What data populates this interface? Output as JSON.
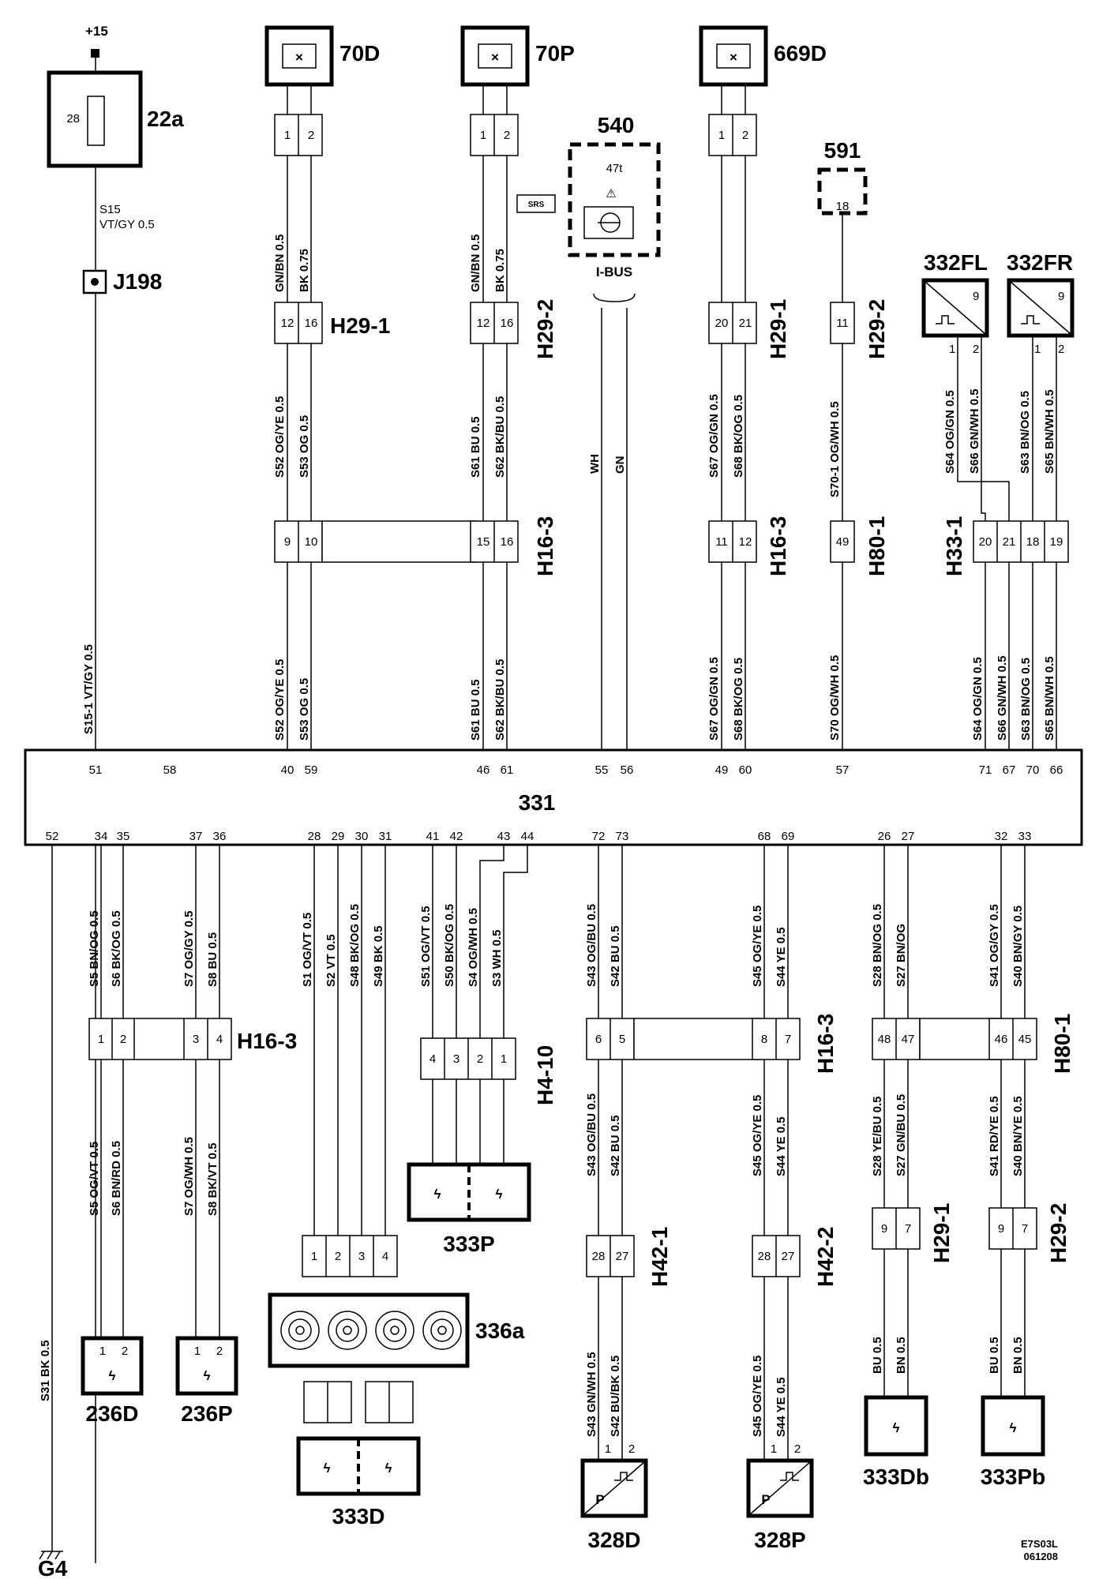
{
  "supply": {
    "label": "+15"
  },
  "fuse": {
    "id": "22a",
    "number": "28"
  },
  "splice": "J198",
  "ground": "G4",
  "control_unit": {
    "id": "331"
  },
  "diagram_code": [
    "E7S03L",
    "061208"
  ],
  "components": {
    "c70D": "70D",
    "c70P": "70P",
    "c669D": "669D",
    "c540": "540",
    "c540_sub": "47t",
    "srs": "SRS",
    "ibus": "I-BUS",
    "c591": "591",
    "c591_pin": "18",
    "c332FL": "332FL",
    "c332FR": "332FR",
    "sensor_pin": "9",
    "c236D": "236D",
    "c236P": "236P",
    "c333P": "333P",
    "c333D": "333D",
    "c336a": "336a",
    "c328D": "328D",
    "c328P": "328P",
    "c333Db": "333Db",
    "c333Pb": "333Pb",
    "p_symbol": "P"
  },
  "connectors": {
    "H29_1": "H29-1",
    "H29_2": "H29-2",
    "H16_3": "H16-3",
    "H80_1": "H80-1",
    "H33_1": "H33-1",
    "H4_10": "H4-10",
    "H42_1": "H42-1",
    "H42_2": "H42-2"
  },
  "wire_labels": {
    "s15": "S15",
    "s15_spec": "VT/GY  0.5",
    "s15_1": "S15-1 VT/GY  0.5",
    "s31": "S31  BK  0.5",
    "w70d_a": "GN/BN  0.5",
    "w70d_b": "BK  0.75",
    "w70p_a": "GN/BN  0.5",
    "w70p_b": "BK  0.75",
    "s52": "S52  OG/YE  0.5",
    "s53": "S53  OG  0.5",
    "s61": "S61  BU  0.5",
    "s62": "S62  BK/BU  0.5",
    "wh": "WH",
    "gn": "GN",
    "s67": "S67  OG/GN  0.5",
    "s68": "S68  BK/OG  0.5",
    "s70_1": "S70-1  OG/WH  0.5",
    "s70": "S70  OG/WH  0.5",
    "s64_top": "S64  OG/GN  0.5",
    "s66_top": "S66  GN/WH  0.5",
    "s63_top": "S63  BN/OG  0.5",
    "s65_top": "S65  BN/WH  0.5",
    "s64": "S64  OG/GN  0.5",
    "s66": "S66  GN/WH  0.5",
    "s63": "S63  BN/OG  0.5",
    "s65": "S65  BN/WH  0.5",
    "s5": "S5  BN/OG  0.5",
    "s6": "S6  BK/OG  0.5",
    "s7": "S7  OG/GY  0.5",
    "s8": "S8  BU  0.5",
    "s5b": "S5  OG/VT  0.5",
    "s6b": "S6  BN/RD  0.5",
    "s7b": "S7  OG/WH  0.5",
    "s8b": "S8  BK/VT  0.5",
    "s1": "S1  OG/VT  0.5",
    "s2": "S2  VT  0.5",
    "s48": "S48  BK/OG  0.5",
    "s49": "S49  BK  0.5",
    "s51": "S51  OG/VT  0.5",
    "s50": "S50  BK/OG  0.5",
    "s4": "S4  OG/WH  0.5",
    "s3": "S3  WH  0.5",
    "s43": "S43  OG/BU  0.5",
    "s42": "S42  BU  0.5",
    "s45": "S45  OG/YE  0.5",
    "s44": "S44  YE  0.5",
    "s43b": "S43  OG/BU  0.5",
    "s42b": "S42  BU  0.5",
    "s45b": "S45  OG/YE  0.5",
    "s44b": "S44  YE  0.5",
    "s43c": "S43  GN/WH  0.5",
    "s42c": "S42  BU/BK  0.5",
    "s45c": "S45  OG/YE  0.5",
    "s44c": "S44  YE  0.5",
    "s28": "S28  BN/OG  0.5",
    "s27": "S27  BN/OG",
    "s41": "S41  OG/GY  0.5",
    "s40": "S40  BN/GY  0.5",
    "s28b": "S28  YE/BU  0.5",
    "s27b": "S27  GN/BU  0.5",
    "s41b": "S41  RD/YE  0.5",
    "s40b": "S40  BN/YE  0.5",
    "bu_db": "BU  0.5",
    "bn_db": "BN  0.5",
    "bu_pb": "BU  0.5",
    "bn_pb": "BN  0.5"
  },
  "pins": {
    "top": {
      "p51": "51",
      "p58": "58",
      "p40": "40",
      "p59": "59",
      "p46": "46",
      "p61": "61",
      "p55": "55",
      "p56": "56",
      "p49": "49",
      "p60": "60",
      "p57": "57",
      "p71": "71",
      "p67": "67",
      "p70": "70",
      "p66": "66"
    },
    "bottom": {
      "p52": "52",
      "p34": "34",
      "p35": "35",
      "p37": "37",
      "p36": "36",
      "p28": "28",
      "p29": "29",
      "p30": "30",
      "p31": "31",
      "p41": "41",
      "p42": "42",
      "p43": "43",
      "p44": "44",
      "p72": "72",
      "p73": "73",
      "p68": "68",
      "p69": "69",
      "p26": "26",
      "p27": "27",
      "p32": "32",
      "p33": "33"
    }
  }
}
